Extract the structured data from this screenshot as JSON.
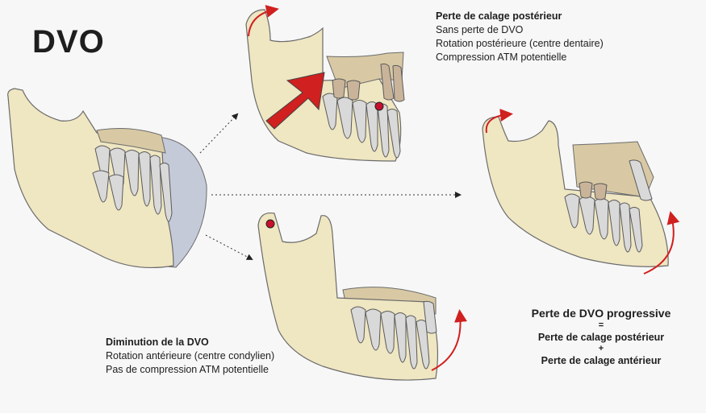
{
  "title": "DVO",
  "top_caption": {
    "heading": "Perte de calage postérieur",
    "lines": [
      "Sans perte de DVO",
      "Rotation postérieure (centre dentaire)",
      "Compression ATM potentielle"
    ]
  },
  "bottom_caption": {
    "heading": "Diminution de la DVO",
    "lines": [
      "Rotation antérieure (centre condylien)",
      "Pas de compression ATM potentielle"
    ]
  },
  "right_caption": {
    "heading": "Perte de DVO progressive",
    "equals": "=",
    "term1": "Perte de calage postérieur",
    "plus": "+",
    "term2": "Perte de calage antérieur"
  },
  "colors": {
    "bone": "#efe6c2",
    "bone_stroke": "#6b6b6b",
    "maxilla": "#d8c9a4",
    "tooth": "#d9d9d9",
    "upper_tooth": "#c9b49a",
    "blue_zone": "#c5cad9",
    "red": "#d0201f",
    "condyle_dot": "#c8102e"
  }
}
